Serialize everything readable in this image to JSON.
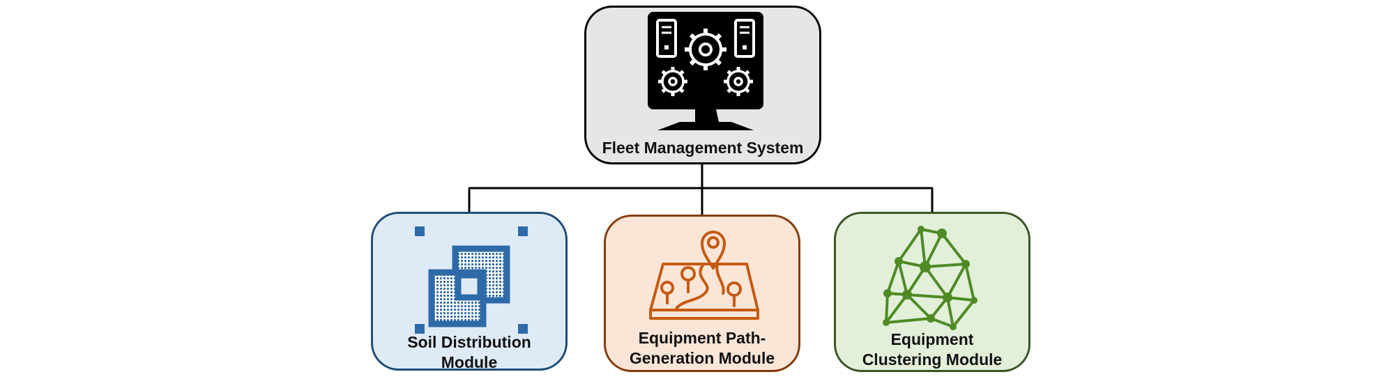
{
  "diagram": {
    "root": {
      "label": "Fleet Management System",
      "icon": "server-gears-monitor-icon",
      "fill": "#e7e6e6",
      "border": "#000000"
    },
    "modules": [
      {
        "label_line1": "Soil Distribution",
        "label_line2": "Module",
        "icon": "overlapping-squares-icon",
        "fill": "#deebf7",
        "border": "#1f4e79",
        "accent": "#2e6aa8"
      },
      {
        "label_line1": "Equipment Path-",
        "label_line2": "Generation Module",
        "icon": "map-location-pin-icon",
        "fill": "#fbe5d6",
        "border": "#843c0c",
        "accent": "#c55a11"
      },
      {
        "label_line1": "Equipment",
        "label_line2": "Clustering Module",
        "icon": "network-mesh-icon",
        "fill": "#e2f0d9",
        "border": "#385723",
        "accent": "#4e8a25"
      }
    ],
    "connector_color": "#000000"
  }
}
